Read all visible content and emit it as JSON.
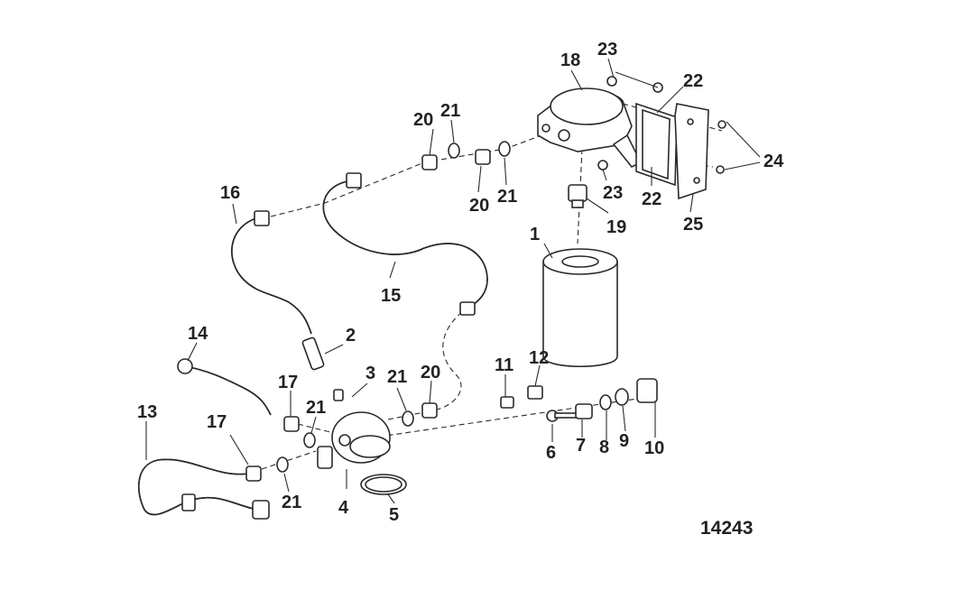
{
  "diagram": {
    "figure_number": "14243",
    "callouts": {
      "c1": "1",
      "c2": "2",
      "c3": "3",
      "c4": "4",
      "c5": "5",
      "c6": "6",
      "c7": "7",
      "c8": "8",
      "c9": "9",
      "c10": "10",
      "c11": "11",
      "c12": "12",
      "c13": "13",
      "c14": "14",
      "c15": "15",
      "c16": "16",
      "c17a": "17",
      "c17b": "17",
      "c18": "18",
      "c19": "19",
      "c20a": "20",
      "c20b": "20",
      "c20c": "20",
      "c21a": "21",
      "c21b": "21",
      "c21c": "21",
      "c21d": "21",
      "c21e": "21",
      "c22a": "22",
      "c22b": "22",
      "c23a": "23",
      "c23b": "23",
      "c24": "24",
      "c25": "25"
    }
  }
}
